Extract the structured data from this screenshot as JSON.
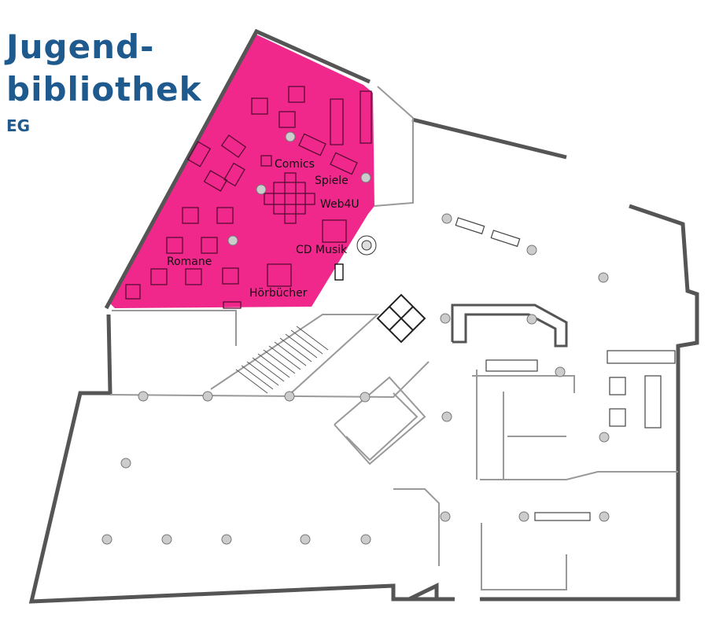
{
  "header": {
    "title_line1": "Jugend-",
    "title_line2": "bibliothek",
    "floor": "EG"
  },
  "areas": [
    {
      "label": "Comics"
    },
    {
      "label": "Spiele"
    },
    {
      "label": "Web4U"
    },
    {
      "label": "CD Musik"
    },
    {
      "label": "Romane"
    },
    {
      "label": "Hörbücher"
    }
  ],
  "colors": {
    "highlight": "#f0288c",
    "title": "#1f5a8f",
    "wall": "#555555",
    "column": "#cccccc"
  }
}
